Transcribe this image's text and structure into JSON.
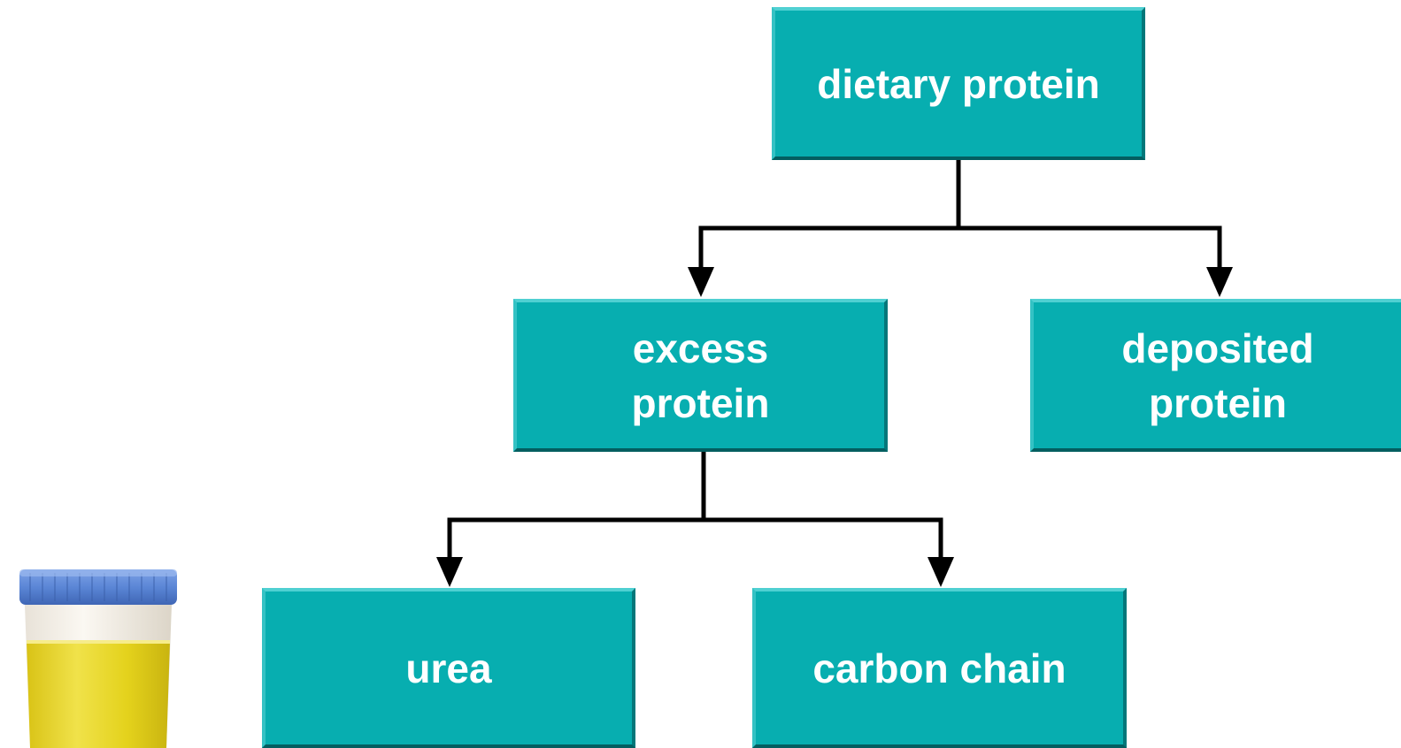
{
  "diagram": {
    "nodes": {
      "dietary_protein": "dietary protein",
      "excess_protein": "excess\nprotein",
      "deposited_protein": "deposited\nprotein",
      "urea": "urea",
      "carbon_chain": "carbon chain"
    },
    "edges": [
      {
        "from": "dietary protein",
        "to": "excess protein"
      },
      {
        "from": "dietary protein",
        "to": "deposited protein"
      },
      {
        "from": "excess protein",
        "to": "urea"
      },
      {
        "from": "excess protein",
        "to": "carbon chain"
      }
    ],
    "colors": {
      "box_fill": "#07AEB0",
      "box_text": "#ffffff",
      "connector": "#000000",
      "cup_lid": "#5B86D6",
      "cup_liquid": "#E4D21C"
    }
  },
  "illustration": {
    "icon": "urine-sample-cup-icon"
  }
}
